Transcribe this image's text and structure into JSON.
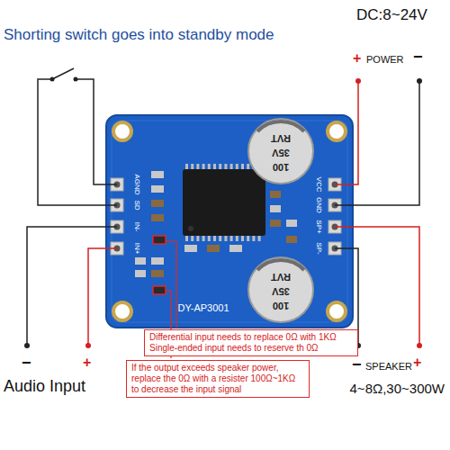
{
  "diagram": {
    "nodes": [
      {
        "text": [
          "Differential input needs to replace 0Ω with 1KΩ",
          "Single-ended input needs to reserve th 0Ω"
        ]
      },
      {
        "text": [
          "If the output exceeds speaker power, replace the 0Ω with a resister 100Ω~1KΩ to decrease the input signal"
        ]
      }
    ],
    "labels": [
      "Shorting switch goes into standby mode",
      "DC:8~24V",
      "+",
      "POWER",
      "−",
      "−",
      "+",
      "Audio Input",
      "−",
      "SPEAKER",
      "+",
      "4~8Ω,30~300W",
      "AGND",
      "SD",
      "IN-",
      "IN+",
      "VCC",
      "GND",
      "SP+",
      "SP-",
      "DY-AP3001",
      "100",
      "35V",
      "RVT",
      "100",
      "35V",
      "RVT"
    ]
  }
}
